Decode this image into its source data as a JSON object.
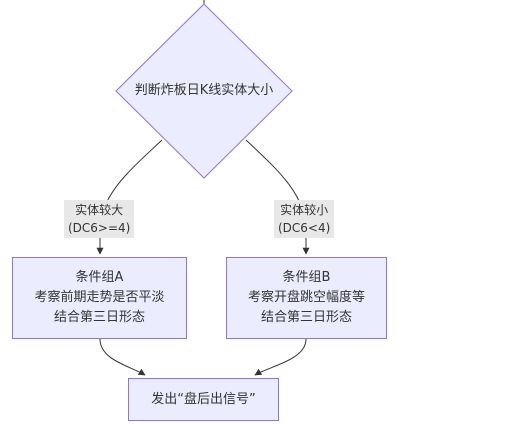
{
  "colors": {
    "node_fill": "#ECECFF",
    "node_stroke": "#9370DB",
    "edge": "#333333",
    "label_bg": "#e8e8e8",
    "text": "#333333"
  },
  "nodes": {
    "decision": {
      "text": "判断炸板日K线实体大小"
    },
    "groupA": {
      "line1": "条件组A",
      "line2": "考察前期走势是否平淡",
      "line3": "结合第三日形态"
    },
    "groupB": {
      "line1": "条件组B",
      "line2": "考察开盘跳空幅度等",
      "line3": "结合第三日形态"
    },
    "signal": {
      "text": "发出“盘后出信号”"
    }
  },
  "edges": {
    "large": {
      "line1": "实体较大",
      "line2": "(DC6>=4)"
    },
    "small": {
      "line1": "实体较小",
      "line2": "(DC6<4)"
    }
  }
}
